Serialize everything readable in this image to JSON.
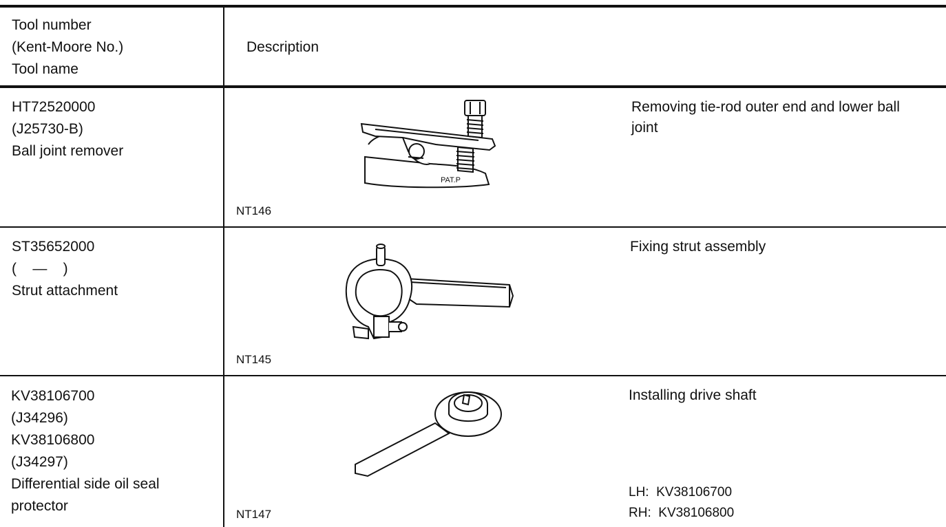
{
  "header": {
    "col1": [
      "Tool number",
      "(Kent-Moore No.)",
      "Tool name"
    ],
    "col2": "Description"
  },
  "rows": [
    {
      "tool_lines": [
        "HT72520000",
        "(J25730-B)",
        "Ball joint remover"
      ],
      "figure_code": "NT146",
      "figure_label": "PAT.P",
      "description": [
        "Removing tie-rod outer end and lower ball",
        "joint"
      ]
    },
    {
      "tool_lines": [
        "ST35652000",
        "(    —    )",
        "Strut attachment"
      ],
      "figure_code": "NT145",
      "description": [
        "Fixing strut assembly"
      ]
    },
    {
      "tool_lines": [
        "KV38106700",
        "(J34296)",
        "KV38106800",
        "(J34297)",
        "Differential side oil seal",
        "protector"
      ],
      "figure_code": "NT147",
      "description": [
        "Installing drive shaft"
      ],
      "notes": [
        "LH:  KV38106700",
        "RH:  KV38106800"
      ]
    }
  ]
}
